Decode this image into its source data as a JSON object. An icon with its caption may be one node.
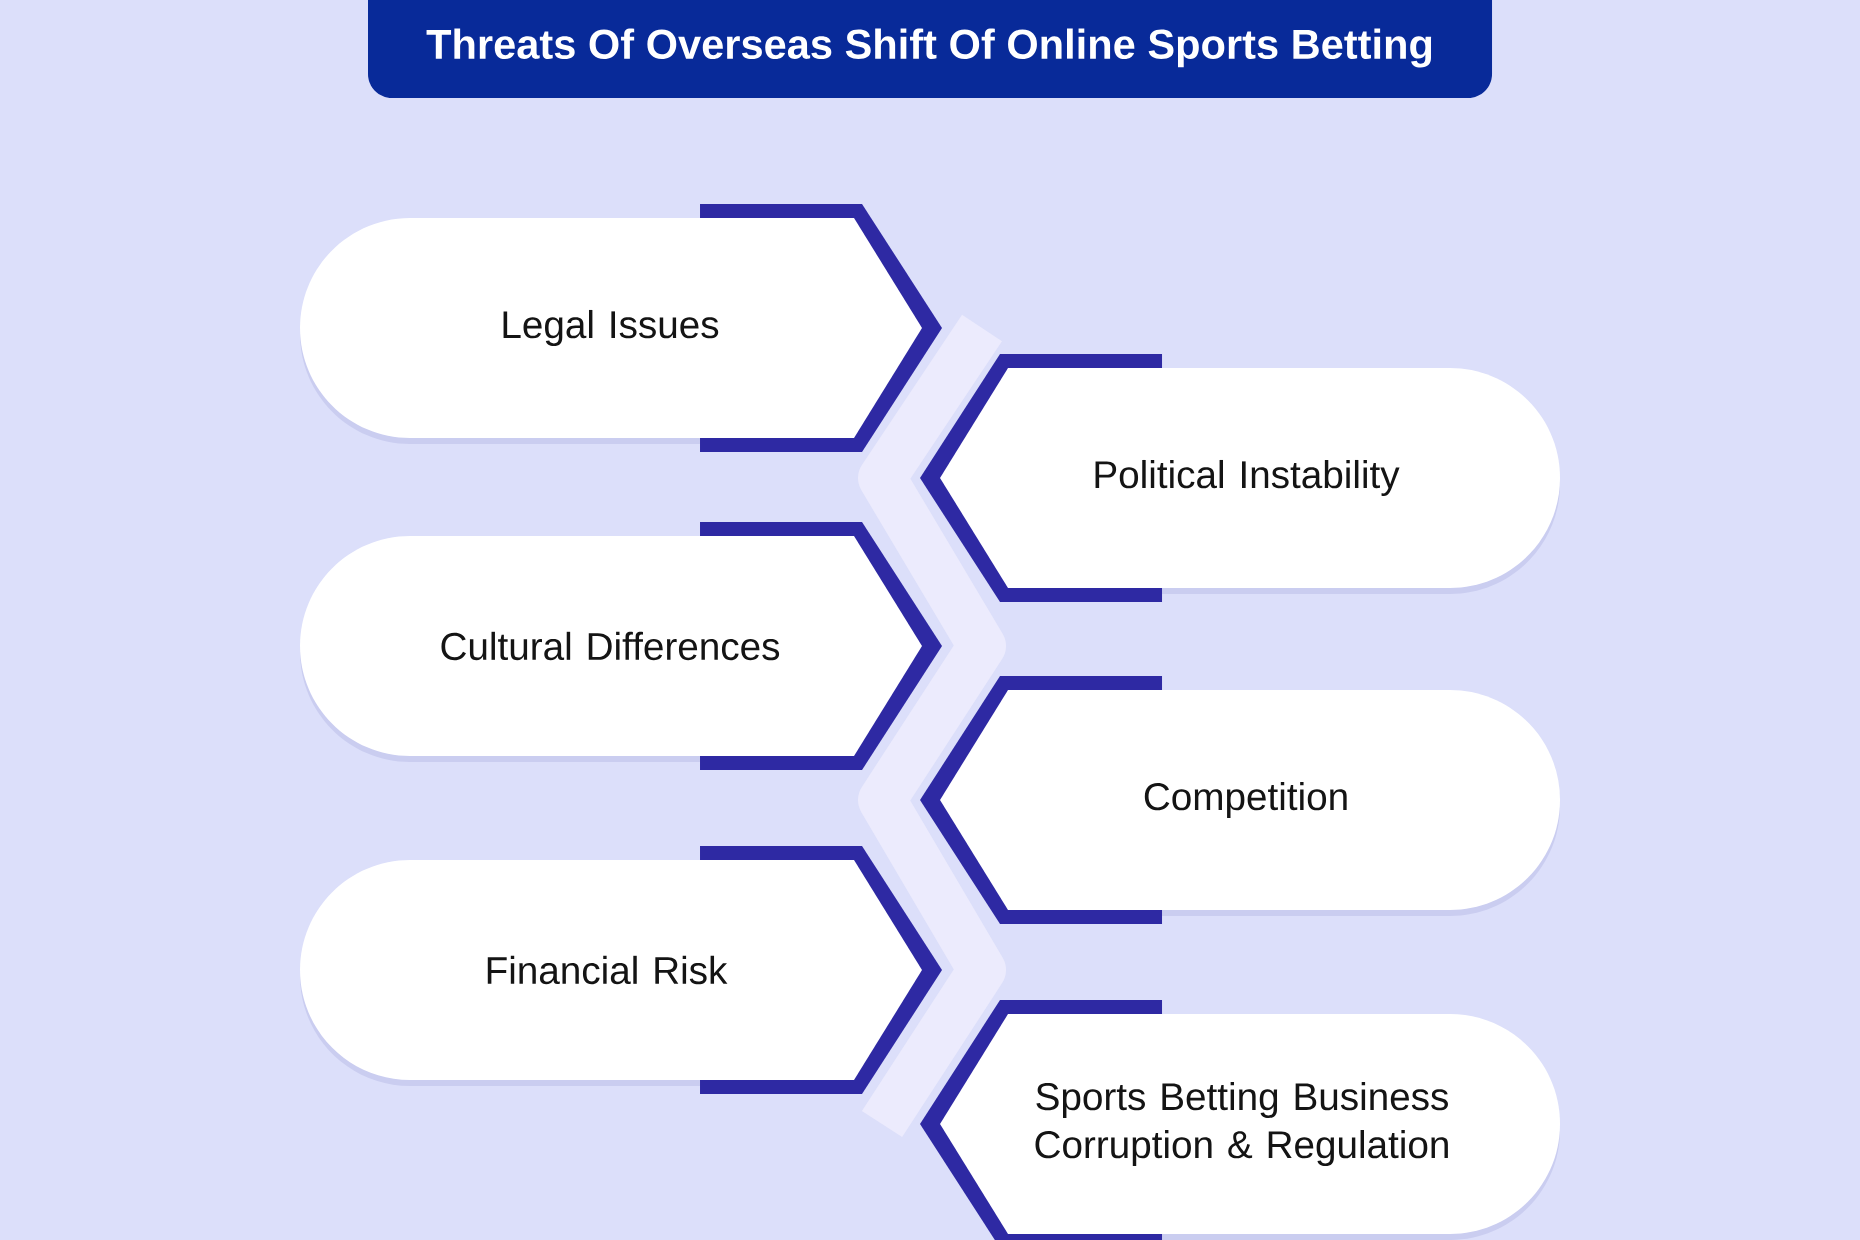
{
  "diagram": {
    "title": "Threats Of Overseas Shift Of Online Sports Betting",
    "nodes": [
      {
        "text": [
          "Legal Issues"
        ]
      },
      {
        "text": [
          "Political Instability"
        ]
      },
      {
        "text": [
          "Cultural Differences"
        ]
      },
      {
        "text": [
          "Competition"
        ]
      },
      {
        "text": [
          "Financial Risk"
        ]
      },
      {
        "text": [
          "Sports Betting Business Corruption & Regulation"
        ]
      }
    ]
  }
}
